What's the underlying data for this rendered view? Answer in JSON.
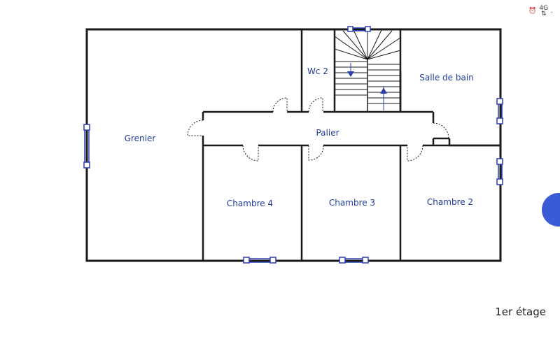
{
  "status_bar": {
    "network": "4G",
    "dot": "."
  },
  "plan": {
    "rooms": {
      "grenier": "Grenier",
      "wc2": "Wc 2",
      "salle_de_bain": "Salle de bain",
      "palier": "Palier",
      "chambre4": "Chambre 4",
      "chambre3": "Chambre 3",
      "chambre2": "Chambre 2"
    }
  },
  "caption": "1er étage",
  "colors": {
    "wall": "#1a1a1a",
    "window": "#2a3fb0",
    "label": "#1f3d9a",
    "fab": "#3b5bd6"
  }
}
